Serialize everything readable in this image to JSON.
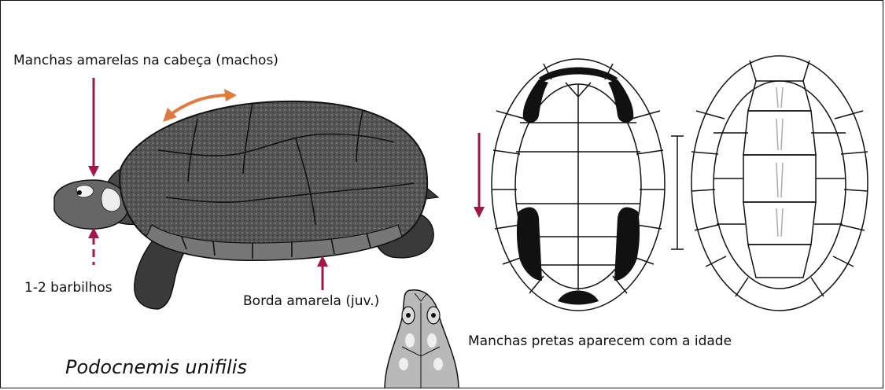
{
  "labels": {
    "head_spots": "Manchas amarelas na cabeça (machos)",
    "barbels": "1-2 barbilhos",
    "border": "Borda amarela (juv.)",
    "black_spots": "Manchas pretas aparecem com a idade"
  },
  "species_name": "Podocnemis unifilis",
  "colors": {
    "arrow": "#a3164a",
    "rotate_arrow": "#e07a3e",
    "outline": "#111111",
    "shell_dark": "#3c3c3c",
    "head_gray": "#b9b9b9"
  }
}
